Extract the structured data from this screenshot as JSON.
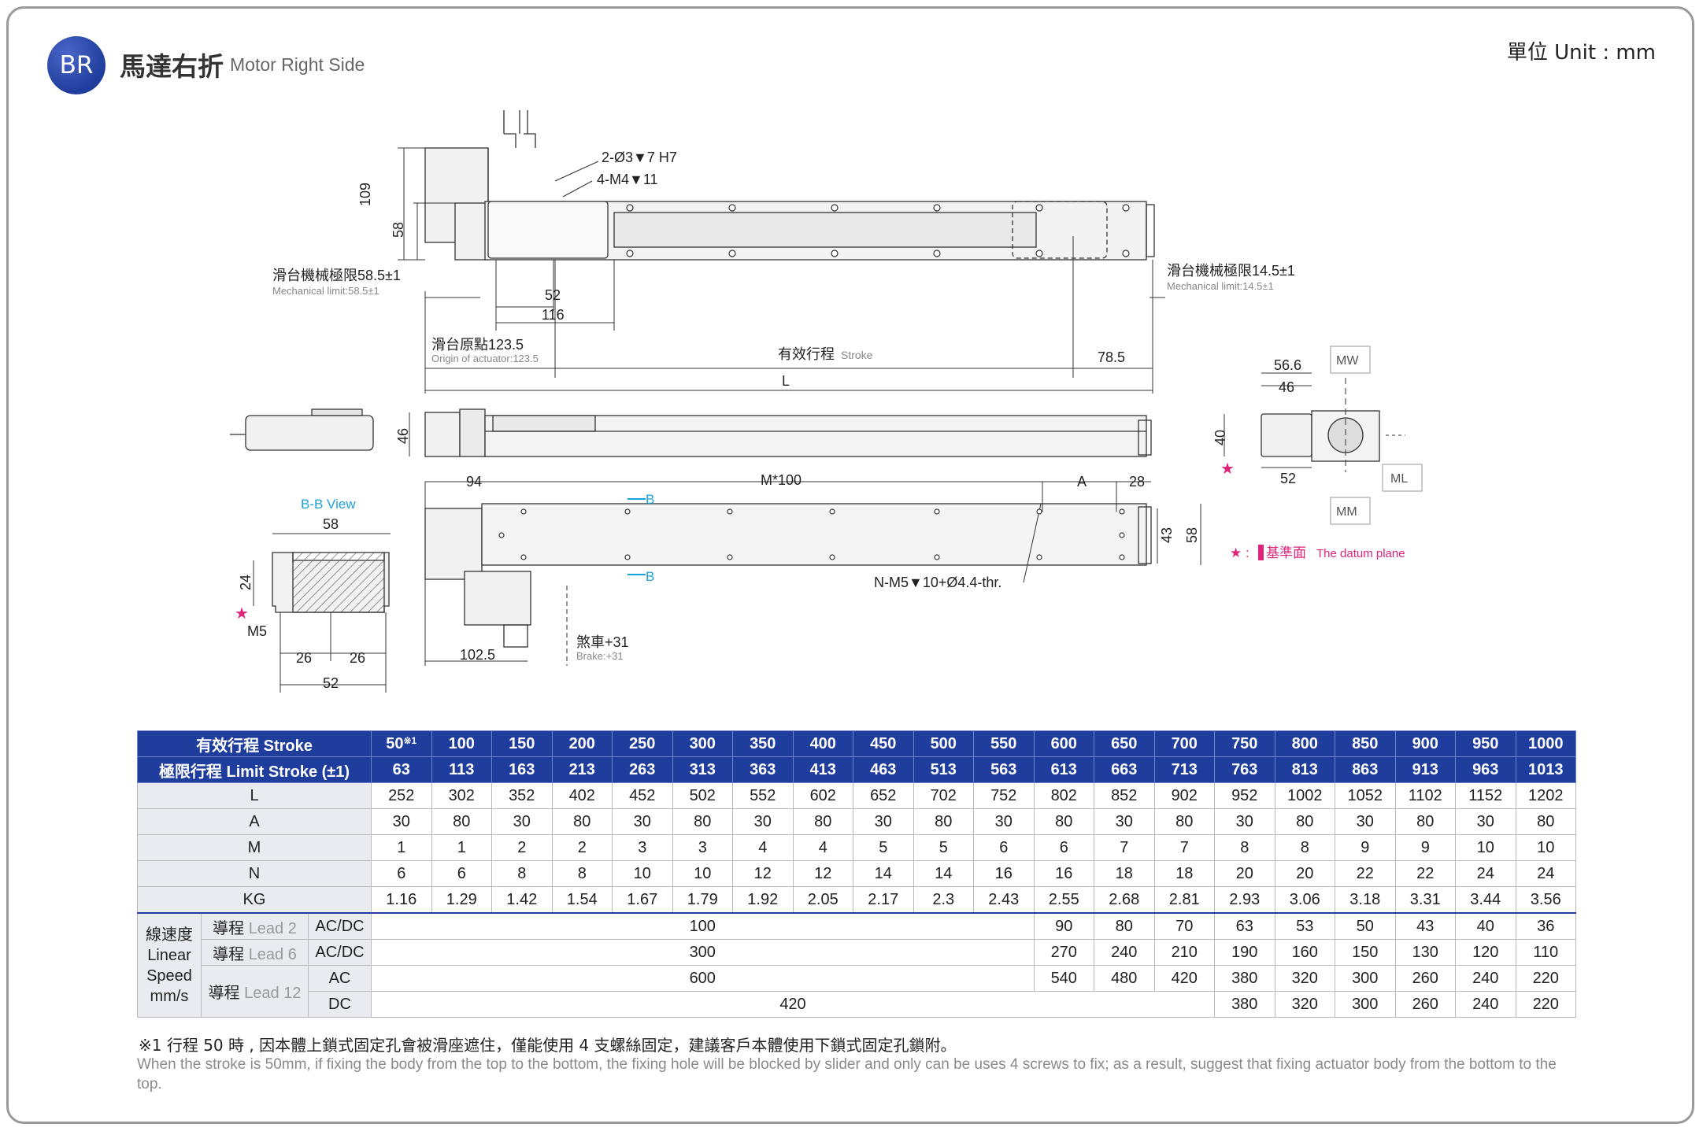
{
  "header": {
    "badge": "BR",
    "title_zh": "馬達右折",
    "title_en": "Motor Right Side",
    "unit": "單位 Unit : mm"
  },
  "drawing": {
    "top_view": {
      "dim_109": "109",
      "dim_58": "58",
      "hole_spec_1": "2-Ø3▼7 H7",
      "hole_spec_2": "4-M4▼11",
      "mech_limit_left_zh": "滑台機械極限58.5±1",
      "mech_limit_left_en": "Mechanical limit:58.5±1",
      "mech_limit_right_zh": "滑台機械極限14.5±1",
      "mech_limit_right_en": "Mechanical limit:14.5±1",
      "dim_52": "52",
      "dim_116": "116",
      "origin_zh": "滑台原點123.5",
      "origin_en": "Origin of actuator:123.5",
      "stroke_zh": "有效行程",
      "stroke_en": "Stroke",
      "dim_78_5": "78.5",
      "dim_L": "L"
    },
    "side_view": {
      "dim_46": "46"
    },
    "end_view": {
      "dim_56_6": "56.6",
      "dim_46": "46",
      "dim_40": "40",
      "dim_52": "52",
      "tag_mw": "MW",
      "tag_ml": "ML",
      "tag_mm": "MM",
      "datum_star": "★ :",
      "datum_zh": "基準面",
      "datum_en": "The datum plane"
    },
    "bottom_view": {
      "dim_94": "94",
      "dim_m100": "M*100",
      "dim_A": "A",
      "dim_28": "28",
      "section_mark": "B",
      "dim_43": "43",
      "dim_58": "58",
      "hole_spec": "N-M5▼10+Ø4.4-thr.",
      "dim_102_5": "102.5",
      "brake_zh": "煞車+31",
      "brake_en": "Brake:+31"
    },
    "section_view": {
      "title": "B-B View",
      "dim_58": "58",
      "dim_24": "24",
      "dim_m5": "M5",
      "dim_26a": "26",
      "dim_26b": "26",
      "dim_52": "52"
    }
  },
  "table": {
    "stroke_label": "有效行程 Stroke",
    "limit_label": "極限行程 Limit Stroke (±1)",
    "strokes": [
      "50",
      "100",
      "150",
      "200",
      "250",
      "300",
      "350",
      "400",
      "450",
      "500",
      "550",
      "600",
      "650",
      "700",
      "750",
      "800",
      "850",
      "900",
      "950",
      "1000"
    ],
    "first_stroke_mark": "※1",
    "limits": [
      "63",
      "113",
      "163",
      "213",
      "263",
      "313",
      "363",
      "413",
      "463",
      "513",
      "563",
      "613",
      "663",
      "713",
      "763",
      "813",
      "863",
      "913",
      "963",
      "1013"
    ],
    "rows": [
      {
        "label": "L",
        "values": [
          "252",
          "302",
          "352",
          "402",
          "452",
          "502",
          "552",
          "602",
          "652",
          "702",
          "752",
          "802",
          "852",
          "902",
          "952",
          "1002",
          "1052",
          "1102",
          "1152",
          "1202"
        ]
      },
      {
        "label": "A",
        "values": [
          "30",
          "80",
          "30",
          "80",
          "30",
          "80",
          "30",
          "80",
          "30",
          "80",
          "30",
          "80",
          "30",
          "80",
          "30",
          "80",
          "30",
          "80",
          "30",
          "80"
        ]
      },
      {
        "label": "M",
        "values": [
          "1",
          "1",
          "2",
          "2",
          "3",
          "3",
          "4",
          "4",
          "5",
          "5",
          "6",
          "6",
          "7",
          "7",
          "8",
          "8",
          "9",
          "9",
          "10",
          "10"
        ]
      },
      {
        "label": "N",
        "values": [
          "6",
          "6",
          "8",
          "8",
          "10",
          "10",
          "12",
          "12",
          "14",
          "14",
          "16",
          "16",
          "18",
          "18",
          "20",
          "20",
          "22",
          "22",
          "24",
          "24"
        ]
      },
      {
        "label": "KG",
        "values": [
          "1.16",
          "1.29",
          "1.42",
          "1.54",
          "1.67",
          "1.79",
          "1.92",
          "2.05",
          "2.17",
          "2.3",
          "2.43",
          "2.55",
          "2.68",
          "2.81",
          "2.93",
          "3.06",
          "3.18",
          "3.31",
          "3.44",
          "3.56"
        ]
      }
    ],
    "speed_group": {
      "label_zh": "線速度",
      "label_en_1": "Linear",
      "label_en_2": "Speed",
      "label_unit": "mm/s",
      "lead_zh": "導程",
      "lead2": "Lead 2",
      "lead6": "Lead 6",
      "lead12": "Lead 12",
      "acdc": "AC/DC",
      "ac": "AC",
      "dc": "DC",
      "lead2_merged": "100",
      "lead2_values": [
        "90",
        "80",
        "70",
        "63",
        "53",
        "50",
        "43",
        "40",
        "36"
      ],
      "lead6_merged": "300",
      "lead6_values": [
        "270",
        "240",
        "210",
        "190",
        "160",
        "150",
        "130",
        "120",
        "110"
      ],
      "lead12_ac_merged": "600",
      "lead12_ac_values": [
        "540",
        "480",
        "420",
        "380",
        "320",
        "300",
        "260",
        "240",
        "220"
      ],
      "lead12_dc_merged": "420",
      "lead12_dc_values": [
        "380",
        "320",
        "300",
        "260",
        "240",
        "220"
      ]
    }
  },
  "notes": {
    "note_zh": "※1 行程 50 時 , 因本體上鎖式固定孔會被滑座遮住，僅能使用 4 支螺絲固定，建議客戶本體使用下鎖式固定孔鎖附。",
    "note_en": "When the stroke is 50mm, if fixing the body from the top to the bottom, the fixing hole will be blocked by slider and only can be uses 4 screws to fix; as a result, suggest that fixing actuator body from the bottom to the top."
  },
  "colors": {
    "brand_blue": "#1f3d9c",
    "accent_cyan": "#1fa0d8",
    "datum_magenta": "#e0237a"
  }
}
